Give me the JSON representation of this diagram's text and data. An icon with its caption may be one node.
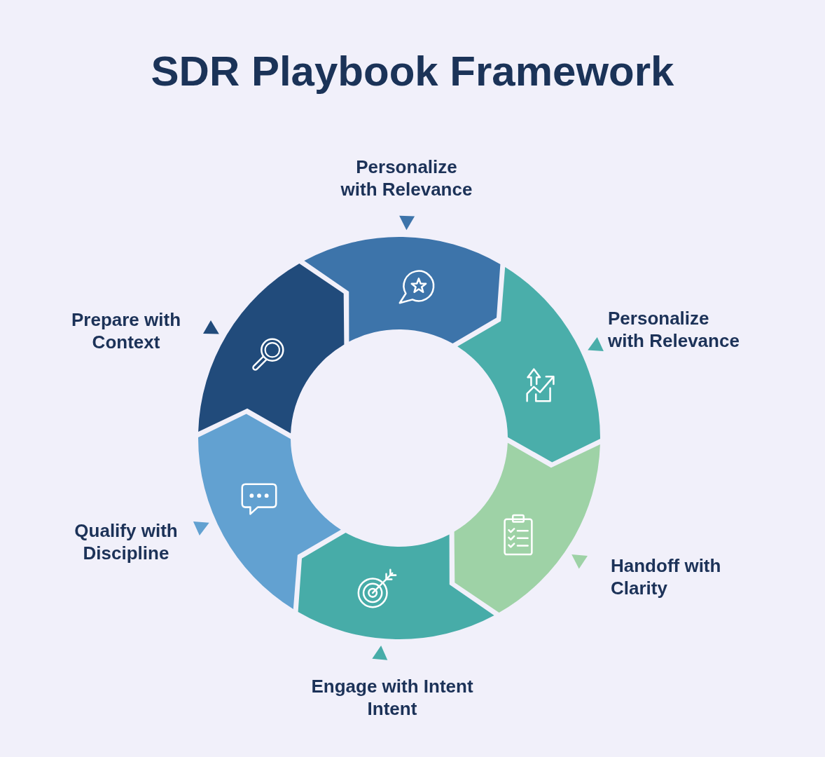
{
  "diagram": {
    "title": "SDR Playbook Framework",
    "nodes": [
      {
        "text": [],
        "shape": "segment",
        "beside": [
          "Personalize with Relevance"
        ]
      },
      {
        "text": [],
        "shape": "segment",
        "beside": [
          "Personalize with Relevance"
        ]
      },
      {
        "text": [],
        "shape": "segment",
        "beside": [
          "Handoff with Clarity"
        ]
      },
      {
        "text": [],
        "shape": "segment",
        "beside": [
          "Engage with Intent Intent"
        ]
      },
      {
        "text": [],
        "shape": "segment",
        "beside": [
          "Qualify with Discipline"
        ]
      },
      {
        "text": [],
        "shape": "segment",
        "beside": [
          "Prepare with Context"
        ]
      }
    ]
  }
}
